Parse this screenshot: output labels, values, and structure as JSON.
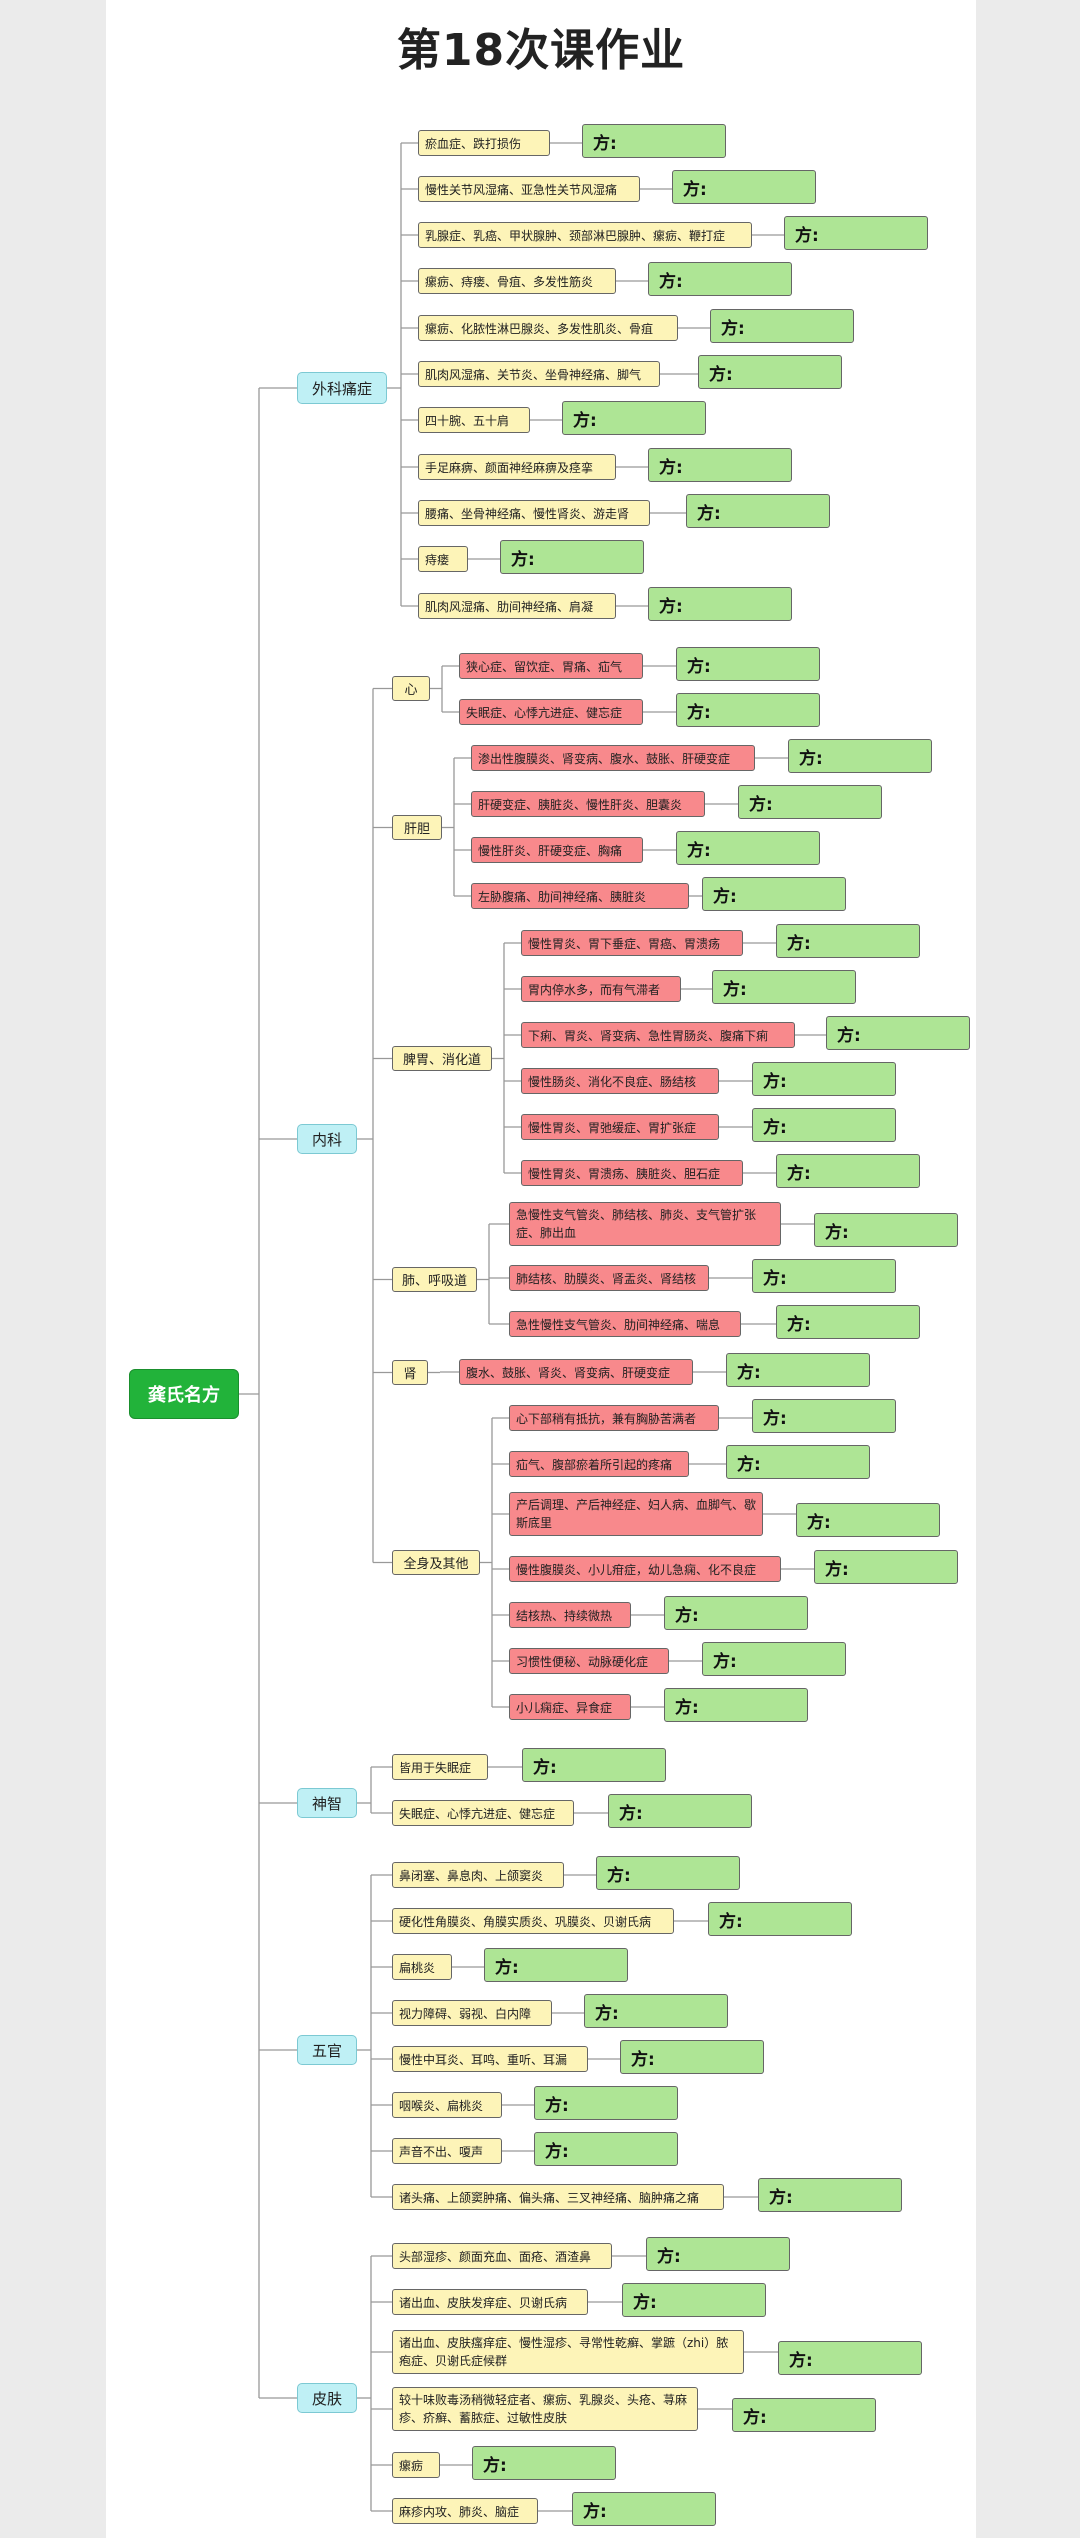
{
  "title": "第18次课作业",
  "answer_label": "方:",
  "root": "龚氏名方",
  "categories": [
    {
      "label": "外科痛症",
      "items": [
        {
          "text": "瘀血症、跌打损伤"
        },
        {
          "text": "慢性关节风湿痛、亚急性关节风湿痛"
        },
        {
          "text": "乳腺症、乳癌、甲状腺肿、颈部淋巴腺肿、瘰疬、鞭打症"
        },
        {
          "text": "瘰疬、痔瘘、骨疽、多发性筋炎"
        },
        {
          "text": "瘰疬、化脓性淋巴腺炎、多发性肌炎、骨疽"
        },
        {
          "text": "肌肉风湿痛、关节炎、坐骨神经痛、脚气"
        },
        {
          "text": "四十腕、五十肩"
        },
        {
          "text": "手足麻痹、颜面神经麻痹及痉挛"
        },
        {
          "text": "腰痛、坐骨神经痛、慢性肾炎、游走肾"
        },
        {
          "text": "痔瘘"
        },
        {
          "text": "肌肉风湿痛、肋间神经痛、肩凝"
        }
      ]
    },
    {
      "label": "内科",
      "subs": [
        {
          "label": "心",
          "items": [
            {
              "text": "狭心症、留饮症、胃痛、疝气"
            },
            {
              "text": "失眠症、心悸亢进症、健忘症"
            }
          ]
        },
        {
          "label": "肝胆",
          "items": [
            {
              "text": "渗出性腹膜炎、肾变病、腹水、鼓胀、肝硬变症"
            },
            {
              "text": "肝硬变症、胰脏炎、慢性肝炎、胆囊炎"
            },
            {
              "text": "慢性肝炎、肝硬变症、胸痛"
            },
            {
              "text": "左胁腹痛、肋间神经痛、胰脏炎"
            }
          ]
        },
        {
          "label": "脾胃、消化道",
          "items": [
            {
              "text": "慢性胃炎、胃下垂症、胃癌、胃溃疡"
            },
            {
              "text": "胃内停水多，而有气滞者"
            },
            {
              "text": "下痢、胃炎、肾变病、急性胃肠炎、腹痛下痢"
            },
            {
              "text": "慢性肠炎、消化不良症、肠结核"
            },
            {
              "text": "慢性胃炎、胃弛缓症、胃扩张症"
            },
            {
              "text": "慢性胃炎、胃溃疡、胰脏炎、胆石症"
            }
          ]
        },
        {
          "label": "肺、呼吸道",
          "items": [
            {
              "text": "急慢性支气管炎、肺结核、肺炎、支气管扩张症、肺出血"
            },
            {
              "text": "肺结核、肋膜炎、肾盂炎、肾结核"
            },
            {
              "text": "急性慢性支气管炎、肋间神经痛、喘息"
            }
          ]
        },
        {
          "label": "肾",
          "items": [
            {
              "text": "腹水、鼓胀、肾炎、肾变病、肝硬变症"
            }
          ]
        },
        {
          "label": "全身及其他",
          "items": [
            {
              "text": "心下部稍有抵抗，兼有胸胁苦满者"
            },
            {
              "text": "疝气、腹部瘀着所引起的疼痛"
            },
            {
              "text": "产后调理、产后神经症、妇人病、血脚气、歇斯底里"
            },
            {
              "text": "慢性腹膜炎、小儿疳症，幼儿急痫、化不良症"
            },
            {
              "text": "结核热、持续微热"
            },
            {
              "text": "习惯性便秘、动脉硬化症"
            },
            {
              "text": "小儿痫症、异食症"
            }
          ]
        }
      ]
    },
    {
      "label": "神智",
      "items": [
        {
          "text": "皆用于失眠症"
        },
        {
          "text": "失眠症、心悸亢进症、健忘症"
        }
      ]
    },
    {
      "label": "五官",
      "items": [
        {
          "text": "鼻闭塞、鼻息肉、上颌窦炎"
        },
        {
          "text": "硬化性角膜炎、角膜实质炎、巩膜炎、贝谢氏病"
        },
        {
          "text": "扁桃炎"
        },
        {
          "text": "视力障碍、弱视、白内障"
        },
        {
          "text": "慢性中耳炎、耳鸣、重听、耳漏"
        },
        {
          "text": "咽喉炎、扁桃炎"
        },
        {
          "text": "声音不出、嗄声"
        },
        {
          "text": "诸头痛、上颌窦肿痛、偏头痛、三叉神经痛、脑肿痛之痛"
        }
      ]
    },
    {
      "label": "皮肤",
      "items": [
        {
          "text": "头部湿疹、颜面充血、面疮、酒渣鼻"
        },
        {
          "text": "诸出血、皮肤发痒症、贝谢氏病"
        },
        {
          "text": "诸出血、皮肤瘙痒症、慢性湿疹、寻常性乾癣、掌蹠（zhi）脓疱症、贝谢氏症候群"
        },
        {
          "text": "较十味败毒汤稍微轻症者、瘰疬、乳腺炎、头疮、荨麻疹、疥癣、蓄脓症、过敏性皮肤"
        },
        {
          "text": "瘰疬"
        },
        {
          "text": "麻疹内攻、肺炎、脑症"
        }
      ]
    }
  ],
  "colors": {
    "root": "#22b33a",
    "category": "#bff0f5",
    "sub": "#fdf4b8",
    "leaf_yellow": "#fdf4b8",
    "leaf_red": "#f8898c",
    "answer": "#aee595",
    "line": "#999999"
  }
}
